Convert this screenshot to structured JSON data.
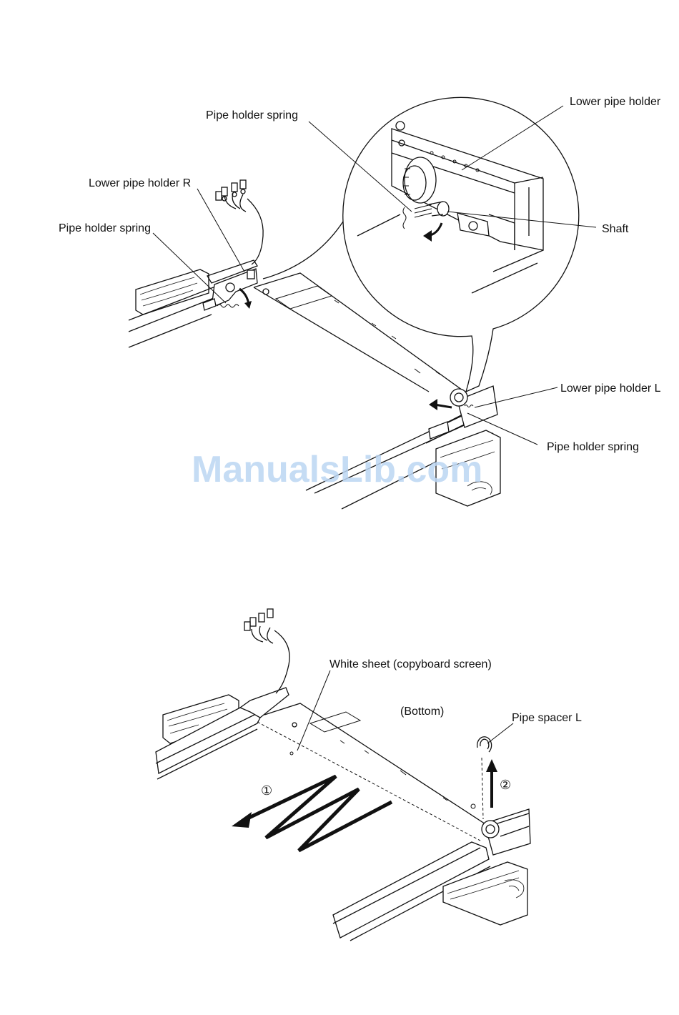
{
  "labels": {
    "top": {
      "lower_pipe_holder": "Lower pipe holder",
      "pipe_holder_spring_callout": "Pipe holder spring",
      "lower_pipe_holder_r": "Lower pipe holder R",
      "pipe_holder_spring_left": "Pipe holder spring",
      "shaft": "Shaft",
      "lower_pipe_holder_l": "Lower pipe holder L",
      "pipe_holder_spring_right": "Pipe holder spring"
    },
    "bottom": {
      "white_sheet": "White sheet (copyboard screen)",
      "bottom_note": "(Bottom)",
      "pipe_spacer_l": "Pipe spacer L",
      "step_1": "①",
      "step_2": "②"
    }
  },
  "watermark": "ManualsLib.com",
  "colors": {
    "line": "#111111",
    "watermark": "#bcd6f3"
  }
}
